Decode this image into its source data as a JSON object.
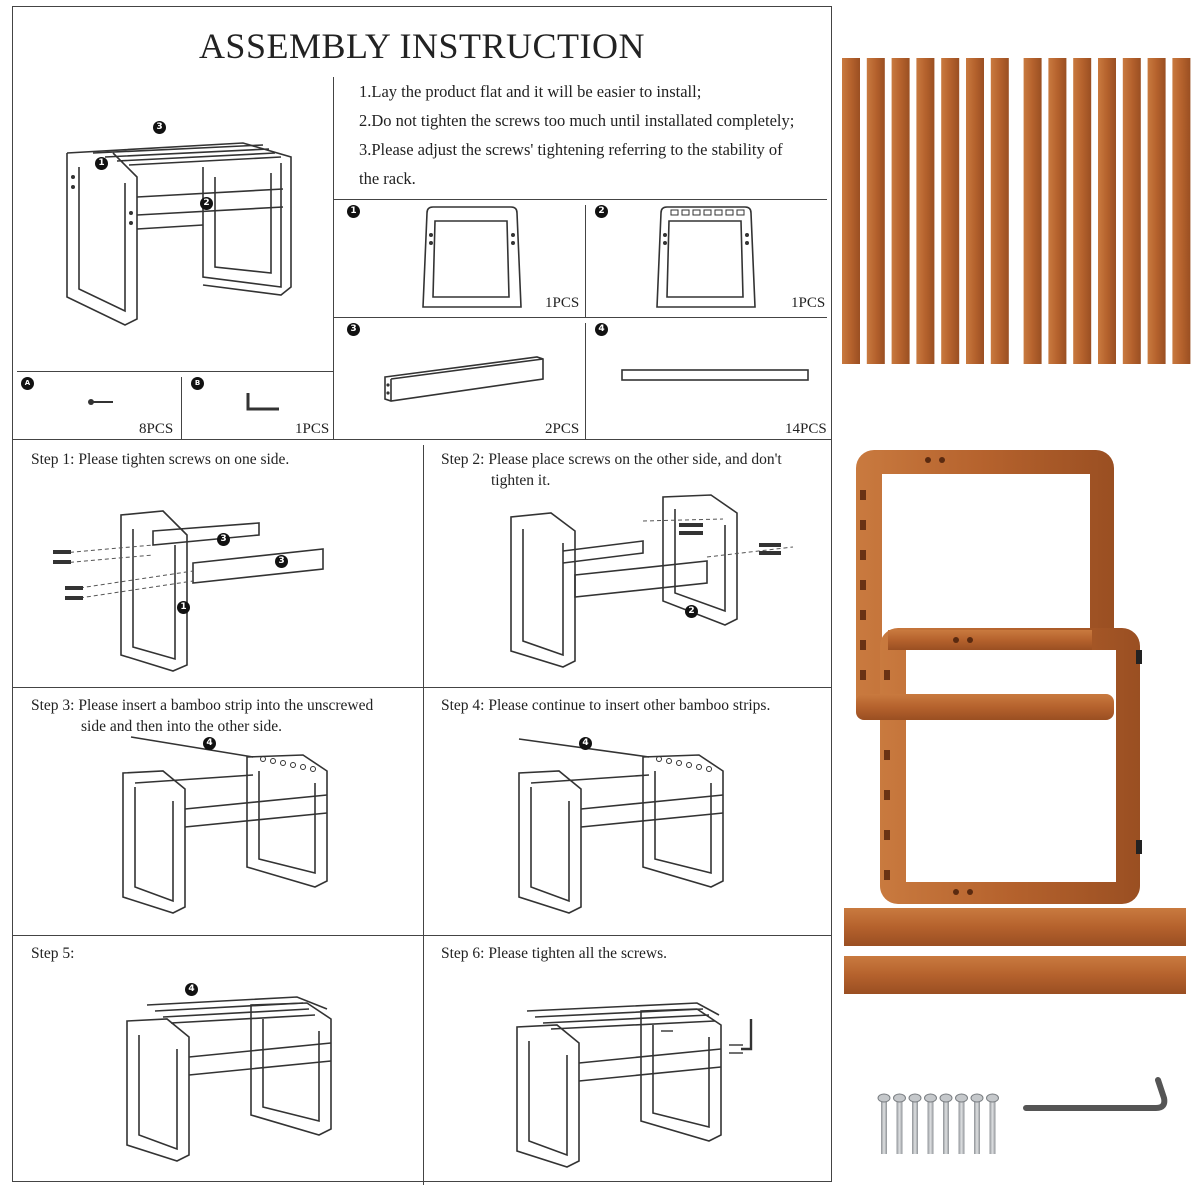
{
  "title": "ASSEMBLY INSTRUCTION",
  "notes": [
    "1.Lay the product flat and it will be easier to install;",
    "2.Do not tighten the screws too much until installated completely;",
    "3.Please adjust the screws' tightening referring to the stability of",
    "the rack."
  ],
  "callouts": {
    "c1": "1",
    "c2": "2",
    "c3": "3",
    "c4": "4"
  },
  "hardware": {
    "a": {
      "letter": "A",
      "qty": "8PCS",
      "icon": "screw-icon"
    },
    "b": {
      "letter": "B",
      "qty": "1PCS",
      "icon": "hex-key-icon"
    }
  },
  "parts": [
    {
      "num": "1",
      "qty": "1PCS"
    },
    {
      "num": "2",
      "qty": "1PCS"
    },
    {
      "num": "3",
      "qty": "2PCS"
    },
    {
      "num": "4",
      "qty": "14PCS"
    }
  ],
  "steps": [
    {
      "line1": "Step 1: Please tighten screws on one side.",
      "line2": ""
    },
    {
      "line1": "Step 2: Please place screws on the other side, and don't",
      "line2": "tighten it."
    },
    {
      "line1": "Step 3: Please insert a bamboo strip into the unscrewed",
      "line2": "side and then into the other side."
    },
    {
      "line1": "Step 4: Please continue to insert other bamboo strips.",
      "line2": ""
    },
    {
      "line1": "Step 5:",
      "line2": ""
    },
    {
      "line1": "Step 6: Please tighten all the screws.",
      "line2": ""
    }
  ],
  "photo": {
    "strip_count": 14,
    "screw_count": 8,
    "wood_color": "#b5622d",
    "wood_dark": "#8a4520",
    "metal_color": "#b9bcbf"
  }
}
